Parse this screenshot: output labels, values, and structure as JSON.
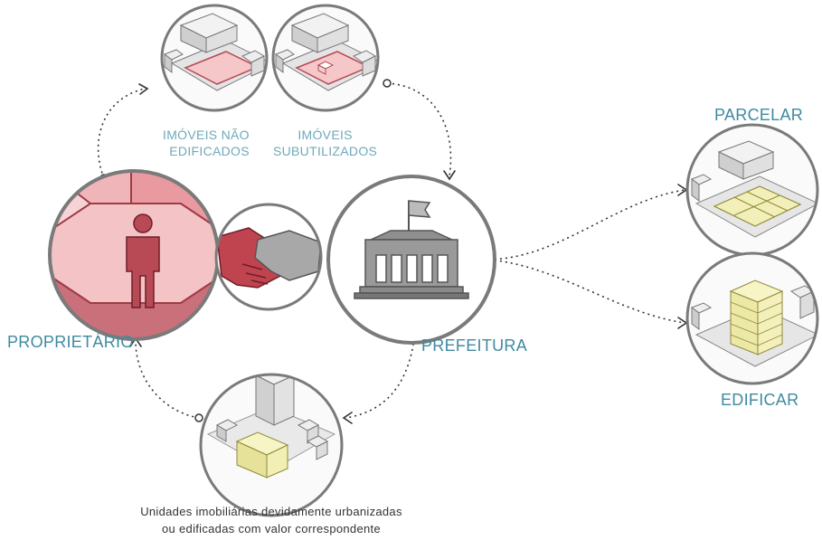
{
  "labels": {
    "imoveis_nao_edificados": [
      "IMÓVEIS NÃO",
      "EDIFICADOS"
    ],
    "imoveis_subutilizados": [
      "IMÓVEIS",
      "SUBUTILIZADOS"
    ],
    "proprietario": "PROPRIETÁRIO",
    "prefeitura": "PREFEITURA",
    "parcelar": "PARCELAR",
    "edificar": "EDIFICAR",
    "caption": [
      "Unidades imobiliárias devidamente urbanizadas",
      "ou edificadas com valor correspondente"
    ]
  },
  "colors": {
    "teal": "#3f8aa0",
    "pink": "#f3c7c9",
    "red": "#b54a55",
    "yellow": "#f2f0b8",
    "grey": "#8a8a8a"
  }
}
